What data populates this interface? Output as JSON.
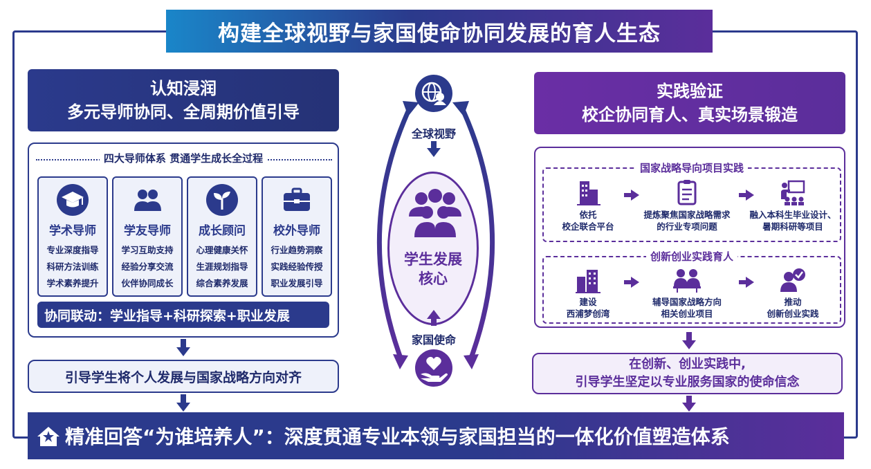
{
  "title": "构建全球视野与家国使命协同发展的育人生态",
  "left": {
    "heading_line1": "认知浸润",
    "heading_line2": "多元导师协同、全周期价值引导",
    "caption": "四大导师体系 贯通学生成长全过程",
    "mentors": [
      {
        "name": "学术导师",
        "icon": "graduation-cap-icon",
        "items": [
          "专业深度指导",
          "科研方法训练",
          "学术素养提升"
        ]
      },
      {
        "name": "学友导师",
        "icon": "peers-icon",
        "items": [
          "学习互助支持",
          "经验分享交流",
          "伙伴协同成长"
        ]
      },
      {
        "name": "成长顾问",
        "icon": "sprout-icon",
        "items": [
          "心理健康关怀",
          "生涯规划指导",
          "综合素养发展"
        ]
      },
      {
        "name": "校外导师",
        "icon": "briefcase-icon",
        "items": [
          "行业趋势洞察",
          "实践经验传授",
          "职业发展引导"
        ]
      }
    ],
    "linkage": "协同联动：学业指导+科研探索+职业发展",
    "guide": "引导学生将个人发展与国家战略方向对齐"
  },
  "center": {
    "top_label": "全球视野",
    "core_line1": "学生发展",
    "core_line2": "核心",
    "bottom_label": "家国使命"
  },
  "right": {
    "heading_line1": "实践验证",
    "heading_line2": "校企协同育人、真实场景锻造",
    "section1": {
      "caption": "国家战略导向项目实践",
      "steps": [
        {
          "icon": "building-icon",
          "line1": "依托",
          "line2": "校企联合平台"
        },
        {
          "icon": "checklist-icon",
          "line1": "提炼聚焦国家战略需求",
          "line2": "的行业专项问题"
        },
        {
          "icon": "presentation-icon",
          "line1": "融入本科生毕业设计、",
          "line2": "暑期科研等项目"
        }
      ]
    },
    "section2": {
      "caption": "创新创业实践育人",
      "steps": [
        {
          "icon": "city-icon",
          "line1": "建设",
          "line2": "西浦梦创湾"
        },
        {
          "icon": "mentoring-icon",
          "line1": "辅导国家战略方向",
          "line2": "相关创业项目"
        },
        {
          "icon": "person-check-icon",
          "line1": "推动",
          "line2": "创新创业实践"
        }
      ]
    },
    "guide_line1": "在创新、创业实践中,",
    "guide_line2": "引导学生坚定以专业服务国家的使命信念"
  },
  "bottom": "精准回答“为谁培养人”：深度贯通专业本领与家国担当的一体化价值塑造体系",
  "colors": {
    "navy": "#2b3a8c",
    "purple": "#5b2e9b",
    "light_blue": "#eef1fa",
    "light_purple": "#f3eefa"
  }
}
